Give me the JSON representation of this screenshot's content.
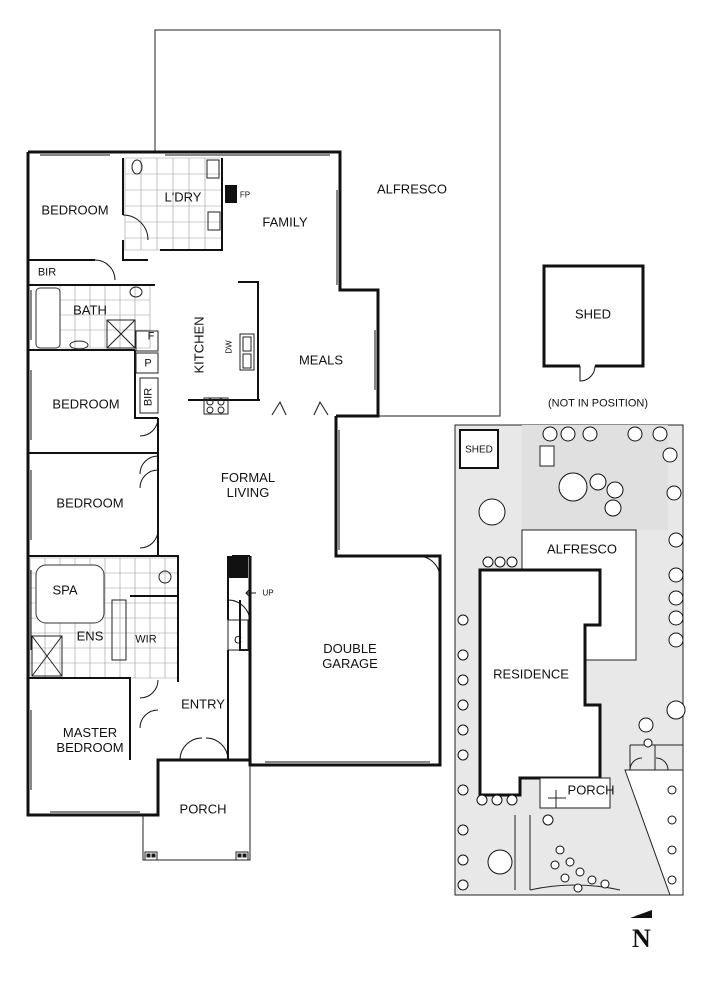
{
  "main_plan": {
    "rooms": {
      "bedroom_1": "BEDROOM",
      "laundry": "L'DRY",
      "fireplace": "FP",
      "family": "FAMILY",
      "alfresco": "ALFRESCO",
      "bir_1": "BIR",
      "bath": "BATH",
      "f": "F",
      "p": "P",
      "kitchen": "KITCHEN",
      "dw": "DW",
      "meals": "MEALS",
      "bedroom_2": "BEDROOM",
      "bir_2": "BIR",
      "formal_living": "FORMAL\nLIVING",
      "bedroom_3": "BEDROOM",
      "spa": "SPA",
      "ens": "ENS",
      "wir": "WIR",
      "up": "UP",
      "c": "C",
      "double_garage": "DOUBLE\nGARAGE",
      "entry": "ENTRY",
      "master_bedroom": "MASTER\nBEDROOM",
      "porch": "PORCH"
    }
  },
  "shed_plan": {
    "shed": "SHED",
    "note": "(NOT IN POSITION)"
  },
  "site_plan": {
    "shed": "SHED",
    "alfresco": "ALFRESCO",
    "residence": "RESIDENCE",
    "porch": "PORCH"
  },
  "compass": {
    "north": "N"
  }
}
